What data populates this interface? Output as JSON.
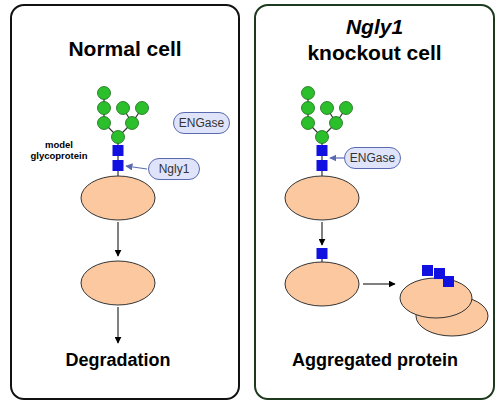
{
  "diagram": {
    "nodes": [
      {
        "text": [
          "Normal cell"
        ]
      },
      {
        "text": [
          "ENGase"
        ],
        "in": 0
      },
      {
        "text": [
          "Ngly1"
        ],
        "in": 0
      },
      {
        "text": [
          "Ngly1 knockout cell"
        ]
      },
      {
        "text": [
          "ENGase"
        ],
        "in": 3
      }
    ],
    "labels": [
      "model glycoprotein",
      "Degradation",
      "Aggregated protein"
    ]
  }
}
